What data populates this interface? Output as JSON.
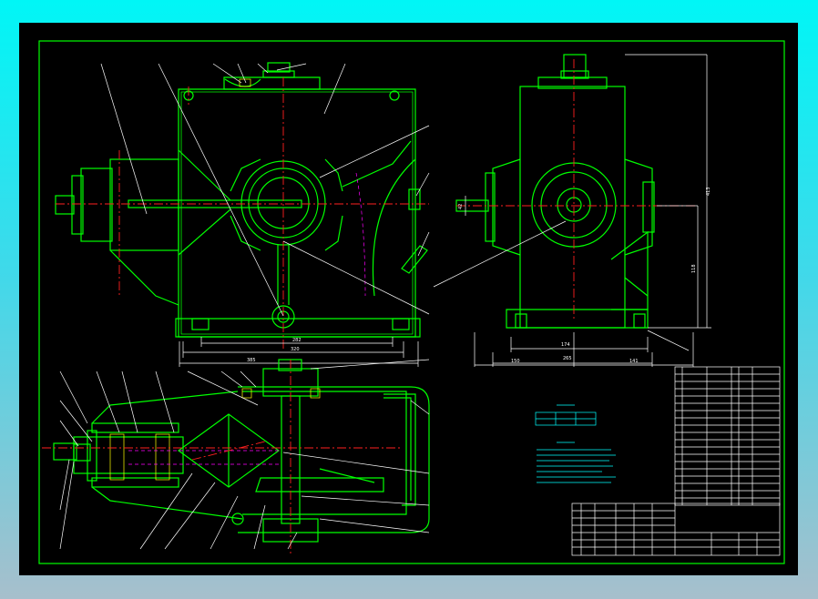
{
  "drawing": {
    "colors": {
      "outline": "#00ff00",
      "centerline": "#ff2020",
      "leader": "#ffffff",
      "hidden": "#ff00ff",
      "notes": "#00ffff",
      "table": "#ffffff"
    },
    "dimensions": {
      "front_width": "320",
      "front_overall": "385",
      "front_inner": "282",
      "side_width": "174",
      "side_overall": "265",
      "side_left": "150",
      "side_right": "141",
      "side_height": "413",
      "side_center": "118",
      "shaft_dia": "42"
    }
  }
}
